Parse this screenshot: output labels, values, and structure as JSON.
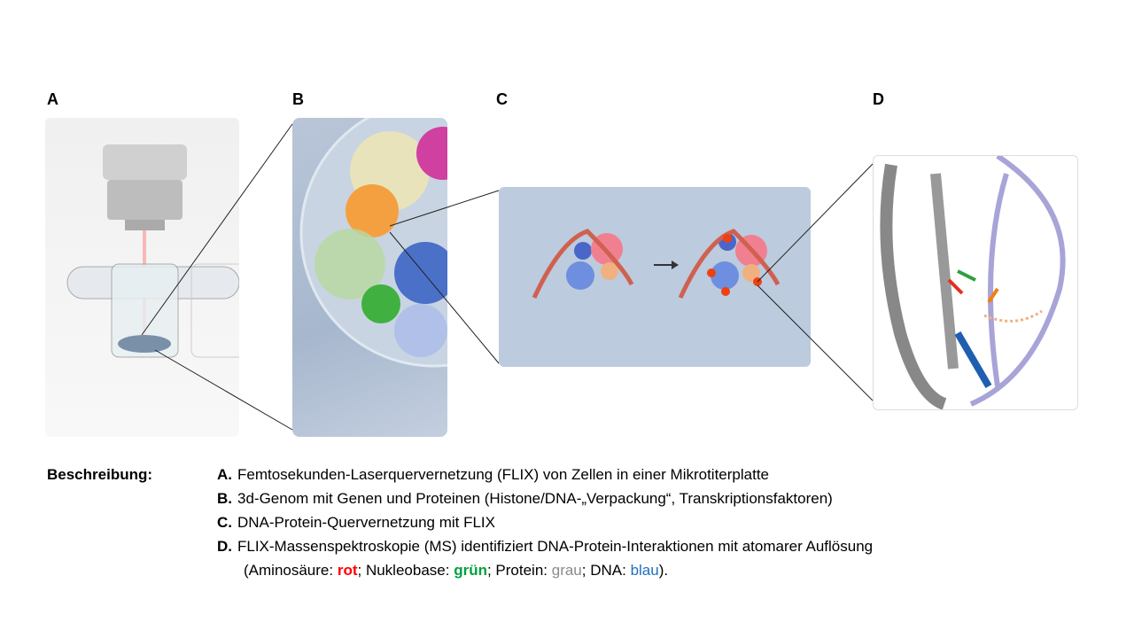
{
  "panel_labels": [
    "A",
    "B",
    "C",
    "D"
  ],
  "description": {
    "heading": "Beschreibung:",
    "items": [
      {
        "key": "A.",
        "text": "Femtosekunden-Laserquervernetzung  (FLIX) von Zellen in einer Mikrotiterplatte"
      },
      {
        "key": "B.",
        "text": "3d-Genom mit Genen und Proteinen (Histone/DNA-„Verpackung“,  Transkriptionsfaktoren)"
      },
      {
        "key": "C.",
        "text": "DNA-Protein-Quervernetzung  mit FLIX"
      },
      {
        "key": "D.",
        "text": "FLIX-Massenspektroskopie  (MS) identifiziert DNA-Protein-Interaktionen  mit atomarer Auflösung"
      }
    ],
    "legend": {
      "open": "(Aminosäure: ",
      "rot": "rot",
      "sep1": "; Nukleobase: ",
      "gruen": "grün",
      "sep2": "; Protein: ",
      "grau": "grau",
      "sep3": "; DNA: ",
      "blau": "blau",
      "close": ")."
    }
  },
  "colors": {
    "rot": "#ff0000",
    "gruen": "#00a040",
    "grau": "#8a8a8a",
    "blau": "#1f6fc0"
  }
}
